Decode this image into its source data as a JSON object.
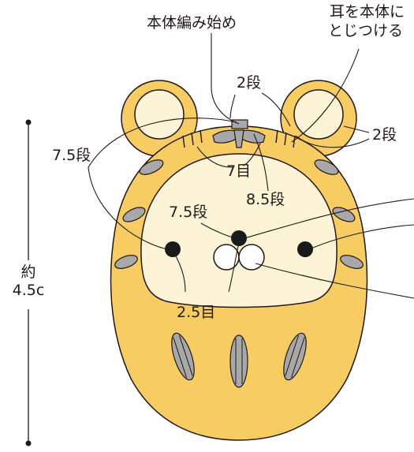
{
  "labels": {
    "body_start": "本体編み始め",
    "ear_attach_line1": "耳を本体に",
    "ear_attach_line2": "とじつける",
    "rows_2_top": "2段",
    "rows_2_right": "2段",
    "rows_7_5_left": "7.5段",
    "stitches_7": "7目",
    "rows_8_5": "8.5段",
    "rows_7_5_center": "7.5段",
    "stitches_2_5": "2.5目",
    "size_line1": "約",
    "size_line2": "4.5c"
  },
  "colors": {
    "body": "#f7cc63",
    "face": "#fdf3d6",
    "ear_inner": "#fdf3d6",
    "stripe": "#a8a8a8",
    "outline": "#231815",
    "eye": "#1a1a1a",
    "muzzle": "#ffffff",
    "leader_line": "#231815"
  }
}
